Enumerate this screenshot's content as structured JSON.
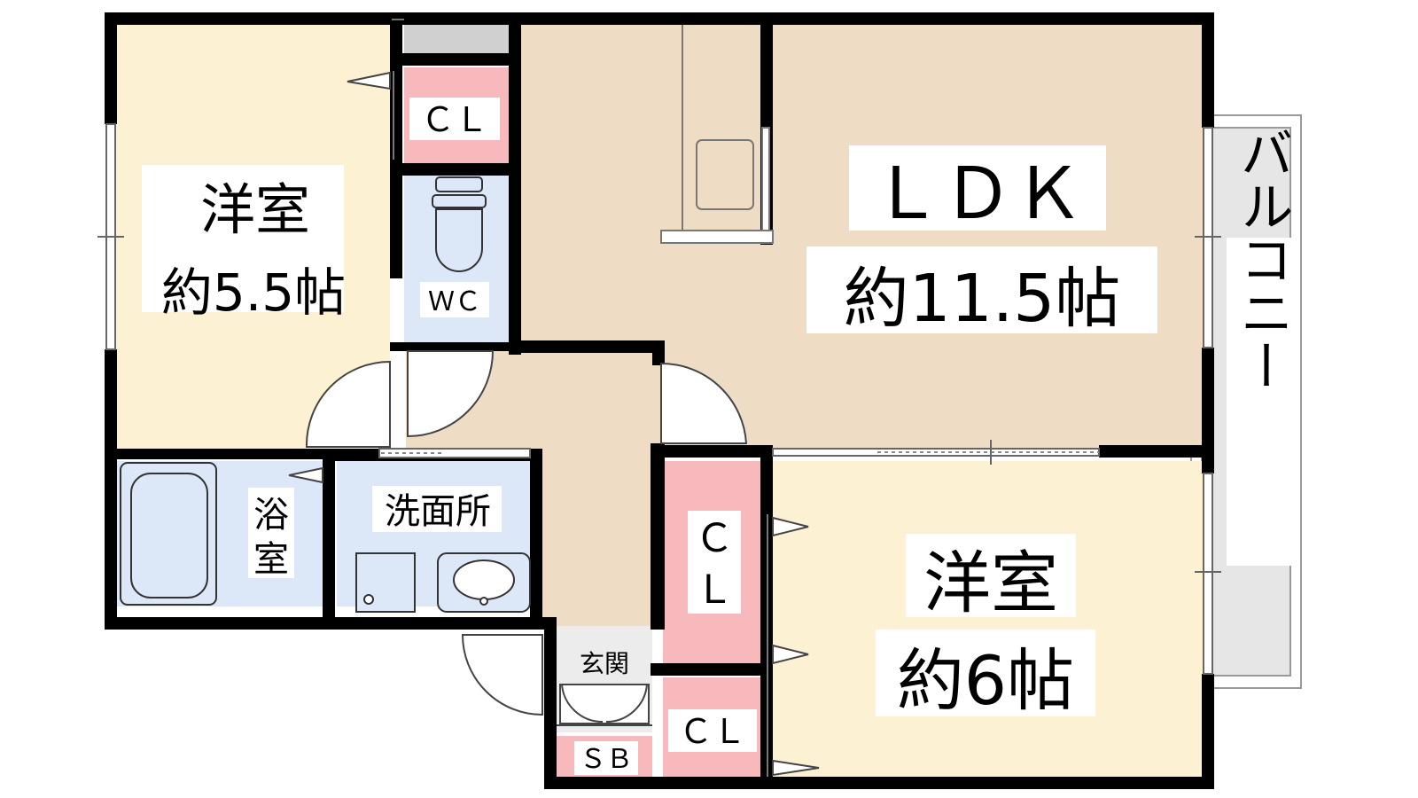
{
  "floorplan": {
    "rooms": {
      "western_room_1": {
        "name": "洋室",
        "size": "約5.5帖"
      },
      "ldk": {
        "name": "ＬＤＫ",
        "size": "約11.5帖"
      },
      "western_room_2": {
        "name": "洋室",
        "size": "約6帖"
      },
      "bathroom": {
        "name_top": "浴",
        "name_bottom": "室"
      },
      "washroom": {
        "name": "洗面所"
      },
      "toilet": {
        "name": "ＷＣ"
      },
      "entrance": {
        "name": "玄関"
      },
      "shoe_box": {
        "name": "ＳＢ"
      },
      "closet_top": {
        "name": "ＣＬ"
      },
      "closet_tall": {
        "name_top": "Ｃ",
        "name_bottom": "Ｌ"
      },
      "closet_bottom": {
        "name": "ＣＬ"
      },
      "balcony": {
        "name": "バルコニー"
      }
    },
    "colors": {
      "western_room": "#fdf1d4",
      "ldk": "#efdcc4",
      "wet_area": "#dce8f8",
      "closet": "#f7b9bb",
      "wall": "#000000",
      "balcony": "#e8e8e8",
      "entrance": "#ececec"
    }
  }
}
